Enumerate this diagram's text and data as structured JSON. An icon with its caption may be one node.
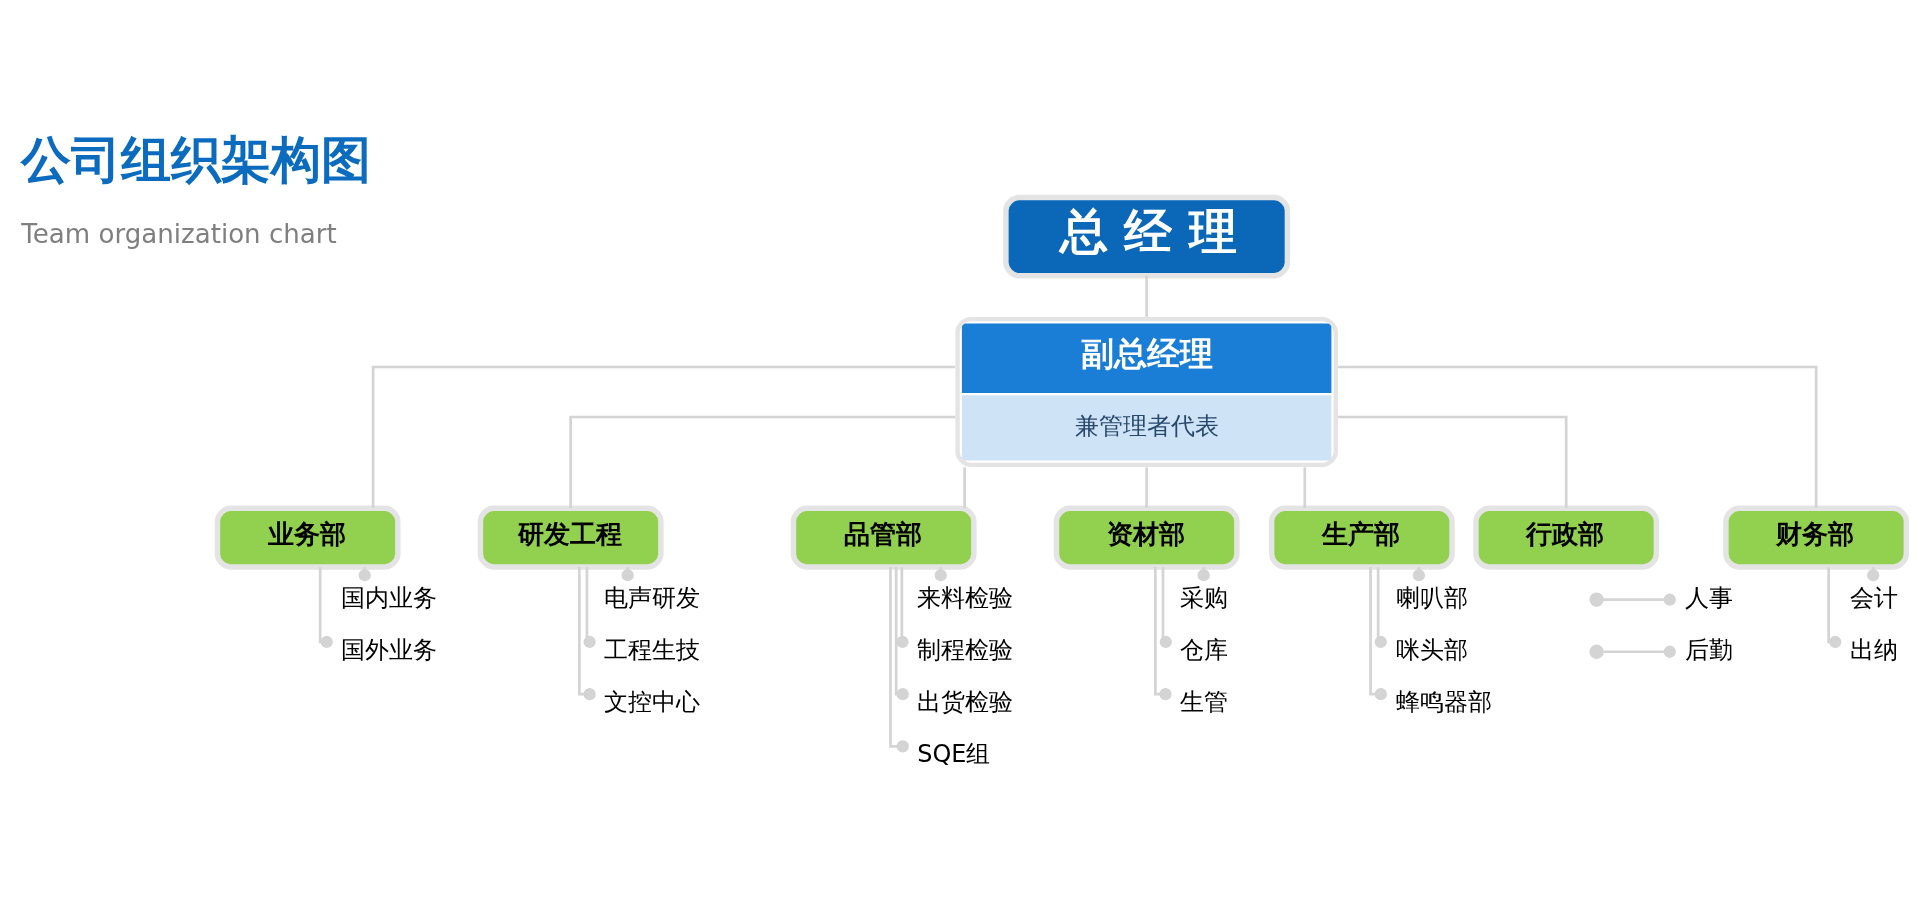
{
  "diagram": {
    "title": "公司组织架构图",
    "nodes": [
      {
        "text": [
          "总 经 理"
        ]
      },
      {
        "text": [
          "副总经理",
          "兼管理者代表"
        ]
      },
      {
        "text": [
          "业务部"
        ]
      },
      {
        "text": [
          "研发工程"
        ]
      },
      {
        "text": [
          "品管部"
        ]
      },
      {
        "text": [
          "资材部"
        ]
      },
      {
        "text": [
          "生产部"
        ]
      },
      {
        "text": [
          "行政部"
        ]
      },
      {
        "text": [
          "财务部"
        ]
      },
      {
        "text": [
          "国内业务"
        ]
      },
      {
        "text": [
          "国外业务"
        ]
      },
      {
        "text": [
          "电声研发"
        ]
      },
      {
        "text": [
          "工程生技"
        ]
      },
      {
        "text": [
          "文控中心"
        ]
      },
      {
        "text": [
          "来料检验"
        ]
      },
      {
        "text": [
          "制程检验"
        ]
      },
      {
        "text": [
          "出货检验"
        ]
      },
      {
        "text": [
          "SQE组"
        ]
      },
      {
        "text": [
          "采购"
        ]
      },
      {
        "text": [
          "仓库"
        ]
      },
      {
        "text": [
          "生管"
        ]
      },
      {
        "text": [
          "喇叭部"
        ]
      },
      {
        "text": [
          "咪头部"
        ]
      },
      {
        "text": [
          "蜂鸣器部"
        ]
      },
      {
        "text": [
          "人事"
        ]
      },
      {
        "text": [
          "后勤"
        ]
      },
      {
        "text": [
          "会计"
        ]
      },
      {
        "text": [
          "出纳"
        ]
      }
    ],
    "edges": [
      {
        "from": 0,
        "to": 1,
        "arrow": "none"
      },
      {
        "from": 1,
        "to": 2,
        "arrow": "none"
      },
      {
        "from": 1,
        "to": 3,
        "arrow": "none"
      },
      {
        "from": 1,
        "to": 4,
        "arrow": "none"
      },
      {
        "from": 1,
        "to": 5,
        "arrow": "none"
      },
      {
        "from": 1,
        "to": 6,
        "arrow": "none"
      },
      {
        "from": 1,
        "to": 7,
        "arrow": "none"
      },
      {
        "from": 1,
        "to": 8,
        "arrow": "none"
      },
      {
        "from": 2,
        "to": 9,
        "arrow": "other"
      },
      {
        "from": 2,
        "to": 10,
        "arrow": "other"
      },
      {
        "from": 3,
        "to": 11,
        "arrow": "other"
      },
      {
        "from": 3,
        "to": 12,
        "arrow": "other"
      },
      {
        "from": 3,
        "to": 13,
        "arrow": "other"
      },
      {
        "from": 4,
        "to": 14,
        "arrow": "other"
      },
      {
        "from": 4,
        "to": 15,
        "arrow": "other"
      },
      {
        "from": 4,
        "to": 16,
        "arrow": "other"
      },
      {
        "from": 4,
        "to": 17,
        "arrow": "other"
      },
      {
        "from": 5,
        "to": 18,
        "arrow": "other"
      },
      {
        "from": 5,
        "to": 19,
        "arrow": "other"
      },
      {
        "from": 5,
        "to": 20,
        "arrow": "other"
      },
      {
        "from": 6,
        "to": 21,
        "arrow": "other"
      },
      {
        "from": 6,
        "to": 22,
        "arrow": "other"
      },
      {
        "from": 6,
        "to": 23,
        "arrow": "other"
      },
      {
        "from": null,
        "to": 24,
        "arrow": "other"
      },
      {
        "from": null,
        "to": 25,
        "arrow": "other"
      },
      {
        "from": 8,
        "to": 26,
        "arrow": "other"
      },
      {
        "from": 8,
        "to": 27,
        "arrow": "other"
      }
    ],
    "labels": [
      "Team organization chart"
    ]
  }
}
